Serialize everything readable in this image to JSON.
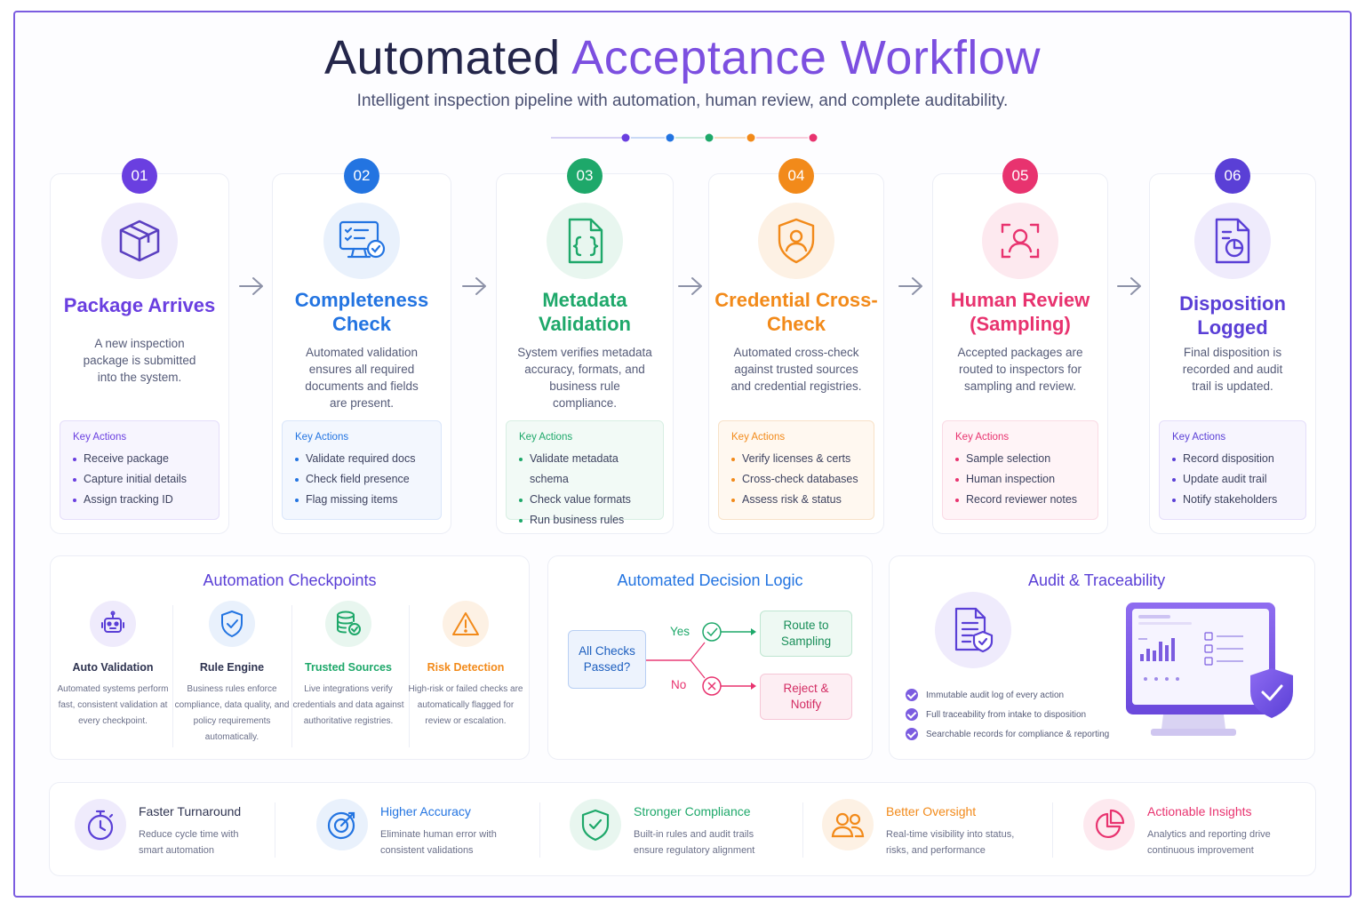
{
  "header": {
    "title_part1": "Automated ",
    "title_part2": "Acceptance Workflow",
    "subtitle": "Intelligent inspection pipeline with automation, human review, and complete auditability."
  },
  "colors": {
    "step1": "#6a3fe0",
    "step2": "#2374e1",
    "step3": "#1ea86a",
    "step4": "#f28a1a",
    "step5": "#e8336f",
    "step6": "#5a3fd6"
  },
  "steps": [
    {
      "num": "01",
      "icon": "package-icon",
      "title": "Package Arrives",
      "desc": "A new inspection package is submitted into the system.",
      "ka_label": "Key Actions",
      "actions": [
        "Receive package",
        "Capture initial details",
        "Assign tracking ID"
      ]
    },
    {
      "num": "02",
      "icon": "monitor-checklist-icon",
      "title": "Completeness Check",
      "desc": "Automated validation ensures all required documents and fields are present.",
      "ka_label": "Key Actions",
      "actions": [
        "Validate required docs",
        "Check field presence",
        "Flag missing items"
      ]
    },
    {
      "num": "03",
      "icon": "code-document-icon",
      "title": "Metadata Validation",
      "desc": "System verifies metadata accuracy, formats, and business rule compliance.",
      "ka_label": "Key Actions",
      "actions": [
        "Validate metadata schema",
        "Check value formats",
        "Run business rules"
      ]
    },
    {
      "num": "04",
      "icon": "shield-user-icon",
      "title": "Credential Cross-Check",
      "desc": "Automated cross-check against trusted sources and credential registries.",
      "ka_label": "Key Actions",
      "actions": [
        "Verify licenses & certs",
        "Cross-check databases",
        "Assess risk & status"
      ]
    },
    {
      "num": "05",
      "icon": "face-scan-icon",
      "title": "Human Review (Sampling)",
      "desc": "Accepted packages are routed to inspectors for sampling and review.",
      "ka_label": "Key Actions",
      "actions": [
        "Sample selection",
        "Human inspection",
        "Record reviewer notes"
      ]
    },
    {
      "num": "06",
      "icon": "document-chart-icon",
      "title": "Disposition Logged",
      "desc": "Final disposition is recorded and audit trail is updated.",
      "ka_label": "Key Actions",
      "actions": [
        "Record disposition",
        "Update audit trail",
        "Notify stakeholders"
      ]
    }
  ],
  "checkpoints": {
    "title": "Automation Checkpoints",
    "items": [
      {
        "icon": "robot-icon",
        "title": "Auto Validation",
        "desc": "Automated systems perform fast, consistent validation at every checkpoint."
      },
      {
        "icon": "shield-check-icon",
        "title": "Rule Engine",
        "desc": "Business rules enforce compliance, data quality, and policy requirements automatically."
      },
      {
        "icon": "database-check-icon",
        "title": "Trusted Sources",
        "desc": "Live integrations verify credentials and data against authoritative registries."
      },
      {
        "icon": "warning-icon",
        "title": "Risk Detection",
        "desc": "High-risk or failed checks are automatically flagged for review or escalation."
      }
    ]
  },
  "decision": {
    "title": "Automated Decision Logic",
    "question": "All Checks Passed?",
    "yes": "Yes",
    "no": "No",
    "yes_result": "Route to Sampling",
    "no_result": "Reject & Notify"
  },
  "audit": {
    "title": "Audit & Traceability",
    "items": [
      "Immutable audit log of every action",
      "Full traceability from intake to disposition",
      "Searchable records for compliance & reporting"
    ]
  },
  "benefits": [
    {
      "icon": "stopwatch-icon",
      "title": "Faster Turnaround",
      "desc": "Reduce cycle time with smart automation"
    },
    {
      "icon": "target-icon",
      "title": "Higher Accuracy",
      "desc": "Eliminate human error with consistent validations"
    },
    {
      "icon": "shield-check-icon",
      "title": "Stronger Compliance",
      "desc": "Built-in rules and audit trails ensure regulatory alignment"
    },
    {
      "icon": "users-icon",
      "title": "Better Oversight",
      "desc": "Real-time visibility into status, risks, and performance"
    },
    {
      "icon": "pie-chart-icon",
      "title": "Actionable Insights",
      "desc": "Analytics and reporting drive continuous improvement"
    }
  ]
}
